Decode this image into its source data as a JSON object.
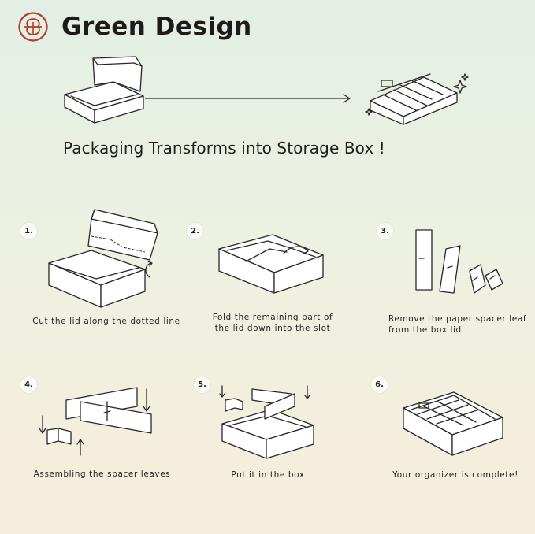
{
  "brand": {
    "name": "Green Design",
    "logo_icon": "flower-logo-icon",
    "accent": "#b53a2b"
  },
  "headline": "Packaging Transforms into Storage Box !",
  "steps": [
    {
      "number": "1.",
      "caption": "Cut the lid along the dotted line"
    },
    {
      "number": "2.",
      "caption_lines": [
        "Fold the remaining part of",
        "the lid down into the slot"
      ]
    },
    {
      "number": "3.",
      "caption_lines": [
        "Remove the paper spacer leaf",
        "from the box lid"
      ]
    },
    {
      "number": "4.",
      "caption": "Assembling the spacer leaves"
    },
    {
      "number": "5.",
      "caption": "Put it in the box"
    },
    {
      "number": "6.",
      "caption": "Your organizer is complete!"
    }
  ]
}
